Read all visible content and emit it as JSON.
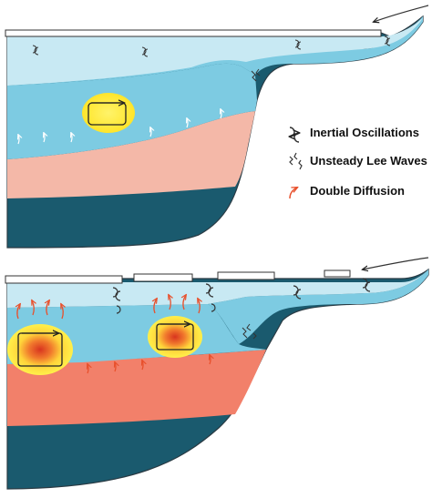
{
  "legend": {
    "inertial_oscillations": "Inertial Oscillations",
    "unsteady_lee_waves": "Unsteady Lee Waves",
    "double_diffusion": "Double Diffusion"
  },
  "icons": {
    "inertial_oscillations": "counter-rotating-arrows-icon",
    "unsteady_lee_waves": "squiggle-lines-icon",
    "double_diffusion": "curvy-arrow-icon"
  },
  "colors": {
    "surface_water": "#c8e9f3",
    "upper_water": "#7dcbe2",
    "warm_layer_top_panel": "#f4b8a8",
    "warm_layer_bottom_panel": "#f2806a",
    "deep_water": "#1a5a6e",
    "eddy_yellow": "#ffe63a",
    "eddy_core": "#e84c2a",
    "double_diffusion_arrow": "#e8502c",
    "ice": "#ffffff"
  }
}
